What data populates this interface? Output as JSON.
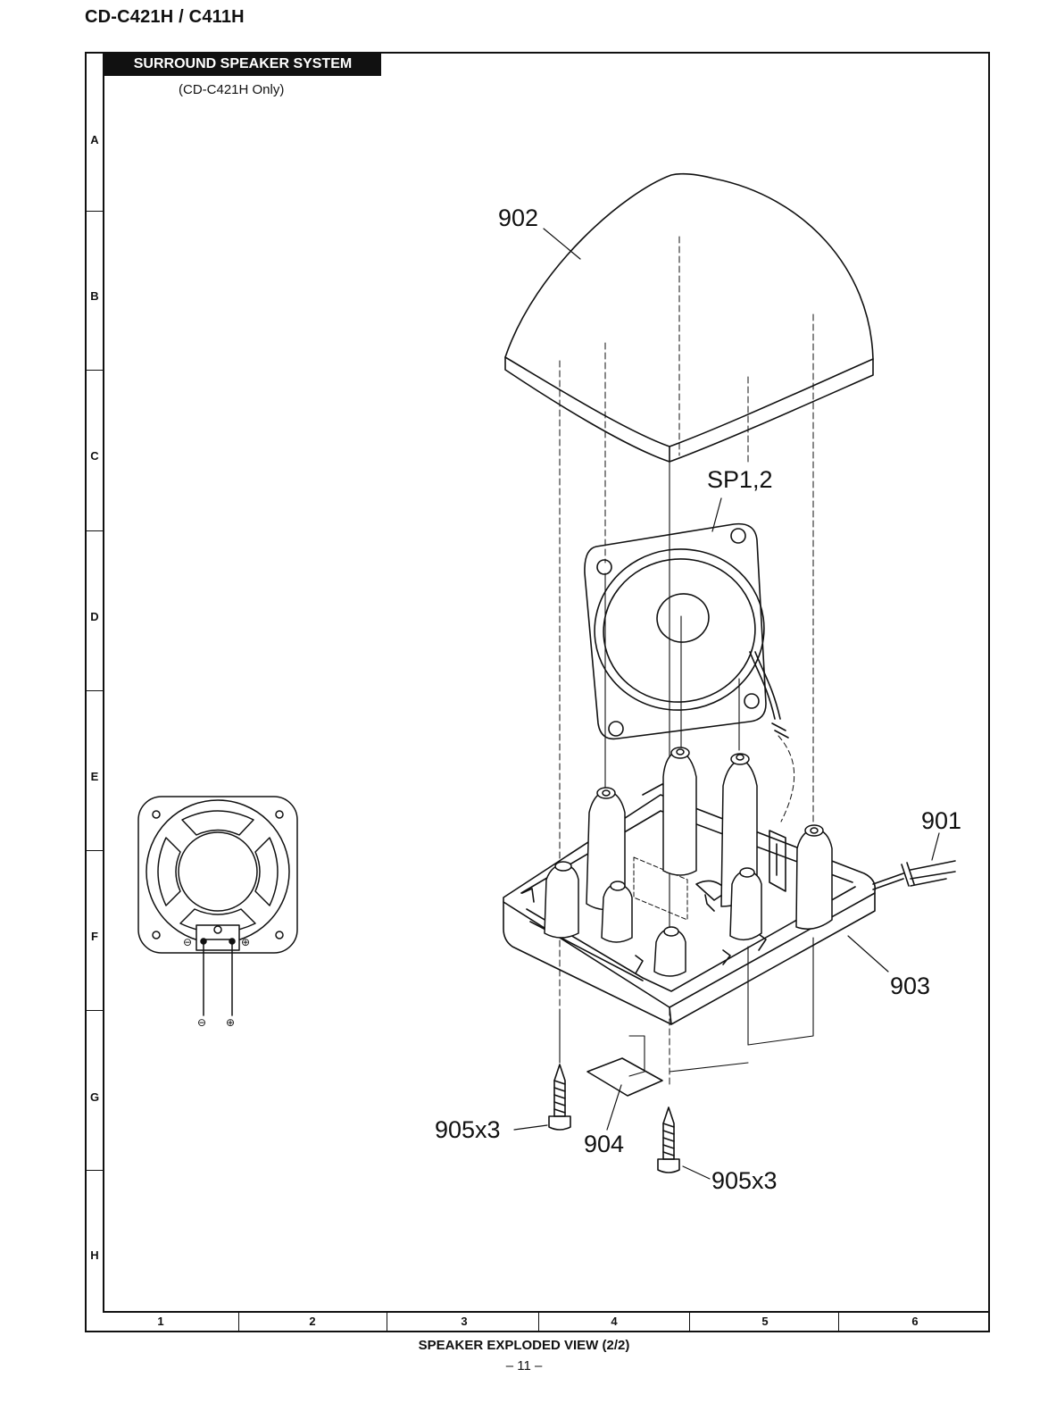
{
  "header": {
    "model_title": "CD-C421H / C411H"
  },
  "section": {
    "banner": "SURROUND SPEAKER SYSTEM",
    "subtitle": "(CD-C421H Only)"
  },
  "grid": {
    "rows": [
      "A",
      "B",
      "C",
      "D",
      "E",
      "F",
      "G",
      "H"
    ],
    "columns": [
      "1",
      "2",
      "3",
      "4",
      "5",
      "6"
    ]
  },
  "callouts": {
    "c902": "902",
    "csp": "SP1,2",
    "c901": "901",
    "c903": "903",
    "c905a": "905x3",
    "c904": "904",
    "c905b": "905x3"
  },
  "terminals": {
    "minus": "⊖",
    "plus": "⊕"
  },
  "footer": {
    "caption": "SPEAKER EXPLODED VIEW (2/2)",
    "page": "– 11 –"
  }
}
